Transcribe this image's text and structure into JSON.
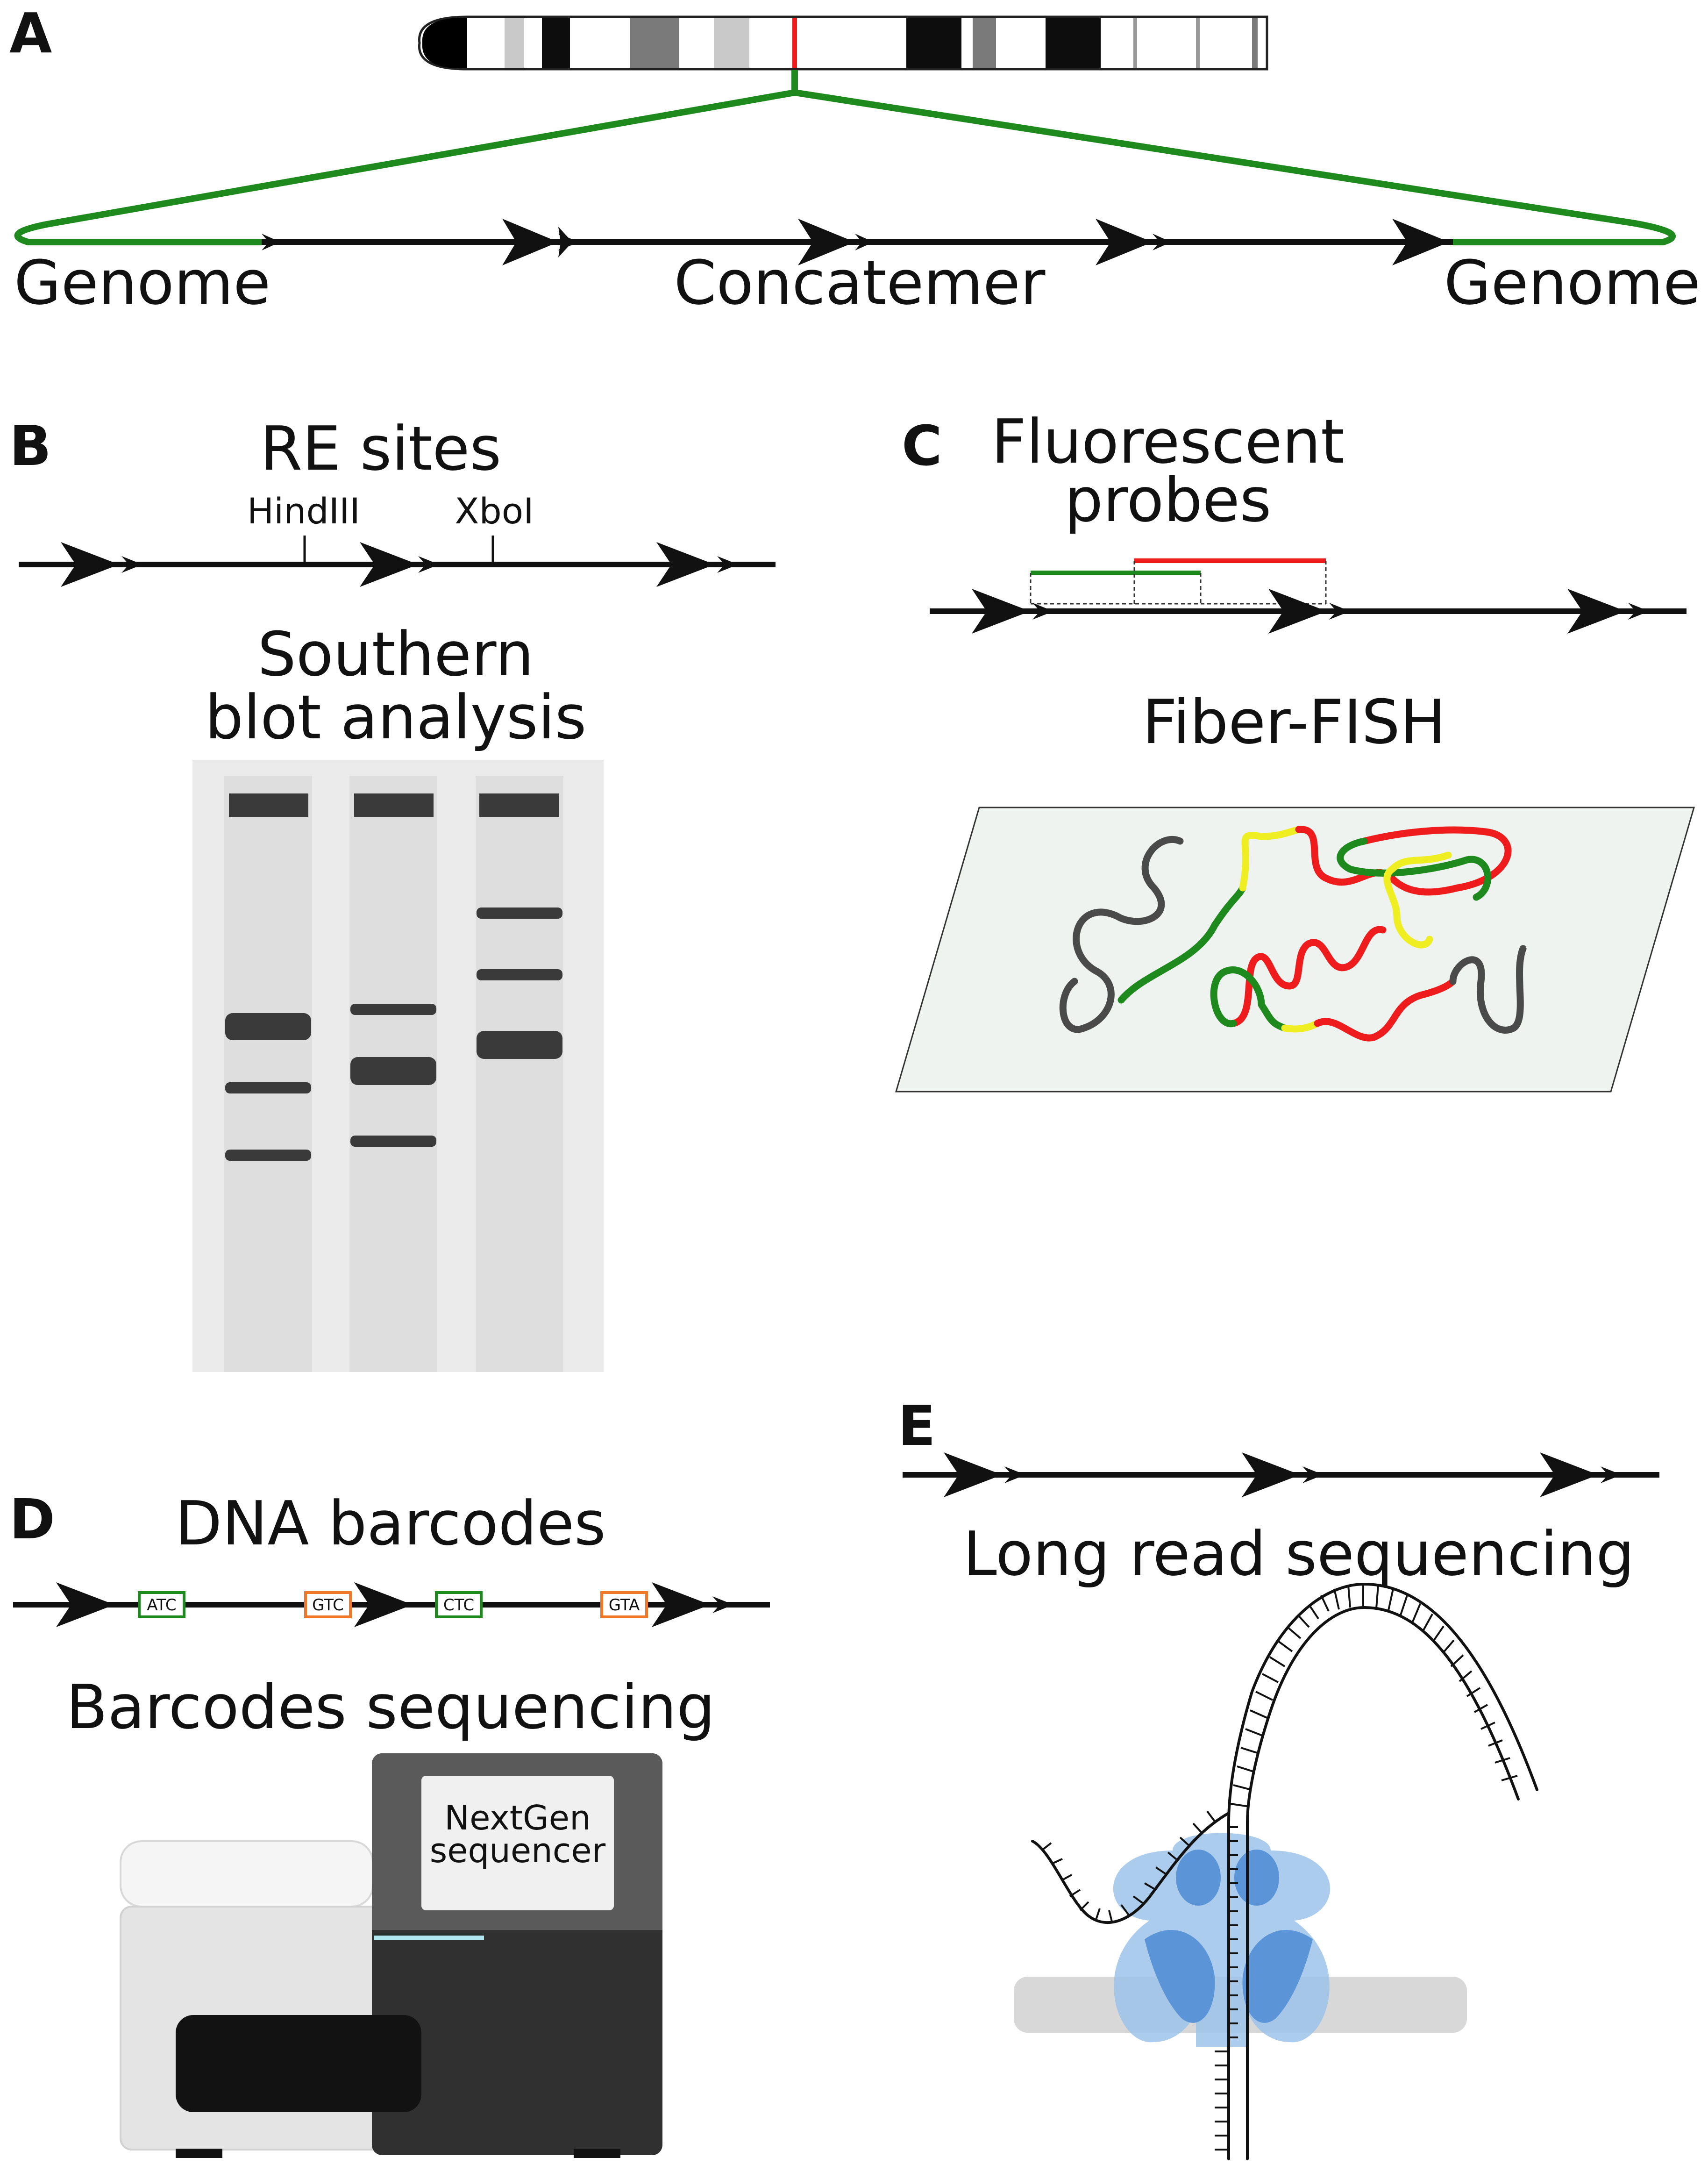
{
  "panel_a": {
    "letter": "A",
    "left_label": "Genome",
    "center_label": "Concatemer",
    "right_label": "Genome"
  },
  "panel_b": {
    "letter": "B",
    "title": "RE sites",
    "site_1": "HindIII",
    "site_2": "XboI",
    "subtitle_line1": "Southern",
    "subtitle_line2": "blot analysis"
  },
  "panel_c": {
    "letter": "C",
    "title_line1": "Fluorescent",
    "title_line2": "probes",
    "subtitle": "Fiber-FISH"
  },
  "panel_d": {
    "letter": "D",
    "title": "DNA barcodes",
    "barcodes": [
      "ATC",
      "GTC",
      "CTC",
      "GTA"
    ],
    "subtitle": "Barcodes sequencing",
    "sequencer_line1": "NextGen",
    "sequencer_line2": "sequencer"
  },
  "panel_e": {
    "letter": "E",
    "title": "Long read sequencing"
  },
  "colors": {
    "genome_green": "#1e8a1e",
    "probe_red": "#ee1c1c",
    "probe_yellow": "#eeee22",
    "barcode_orange": "#f07828",
    "pore_blue": "#5b95d8",
    "fiber_gray": "#4a4a4a"
  }
}
